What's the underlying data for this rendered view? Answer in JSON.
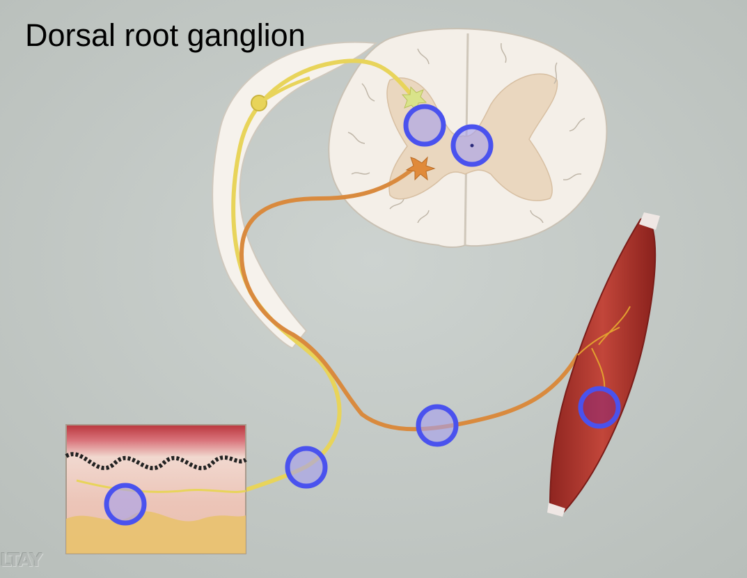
{
  "title": "Dorsal root ganglion",
  "watermark": "LTAY",
  "colors": {
    "background": "#c3c9c6",
    "hotspot_ring": "#4a52ee",
    "hotspot_fill": "#a6a0ec",
    "sensory_nerve": "#e8d45a",
    "motor_nerve": "#d98a3e",
    "muscle": "#b3342c",
    "spinal_cord": "#f4efe8"
  },
  "hotspots": [
    {
      "id": "interneuron",
      "icon": "hotspot-marker"
    },
    {
      "id": "central-canal",
      "icon": "hotspot-marker"
    },
    {
      "id": "sensory-nerve-fiber",
      "icon": "hotspot-marker"
    },
    {
      "id": "motor-nerve-fiber",
      "icon": "hotspot-marker"
    },
    {
      "id": "muscle-effector",
      "icon": "hotspot-marker"
    },
    {
      "id": "skin-receptor",
      "icon": "hotspot-marker"
    }
  ]
}
